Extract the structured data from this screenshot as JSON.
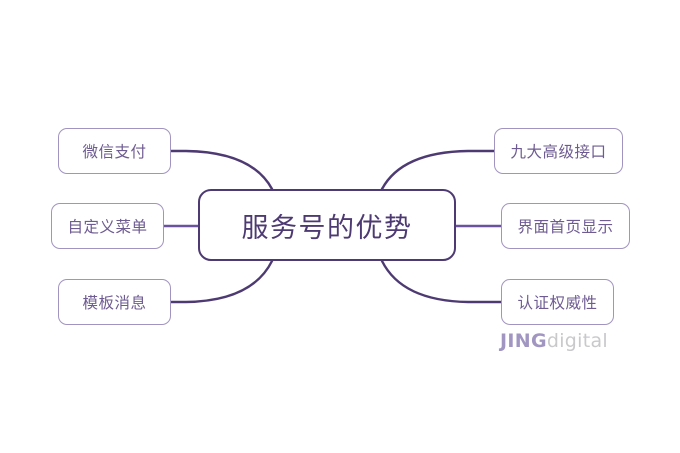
{
  "diagram": {
    "type": "mind-map",
    "title": "服务号的优势",
    "center": {
      "label": "服务号的优势",
      "border_color": "#4e3a72",
      "text_color": "#4e3a72"
    },
    "leaf_border_color": "#a294c0",
    "leaf_text_color": "#6e5b92",
    "connector_color_strong": "#4e3a72",
    "connector_color_soft": "#6a52a0",
    "background_color": "#ffffff",
    "branches": [
      {
        "label": "微信支付",
        "side": "left",
        "position": "top"
      },
      {
        "label": "自定义菜单",
        "side": "left",
        "position": "middle"
      },
      {
        "label": "模板消息",
        "side": "left",
        "position": "bottom"
      },
      {
        "label": "九大高级接口",
        "side": "right",
        "position": "top"
      },
      {
        "label": "界面首页显示",
        "side": "right",
        "position": "middle"
      },
      {
        "label": "认证权威性",
        "side": "right",
        "position": "bottom"
      }
    ]
  },
  "watermark": {
    "brand_bold": "JING",
    "brand_light": "digital",
    "bold_color": "#a196c2",
    "light_color": "#c9c9cc"
  }
}
